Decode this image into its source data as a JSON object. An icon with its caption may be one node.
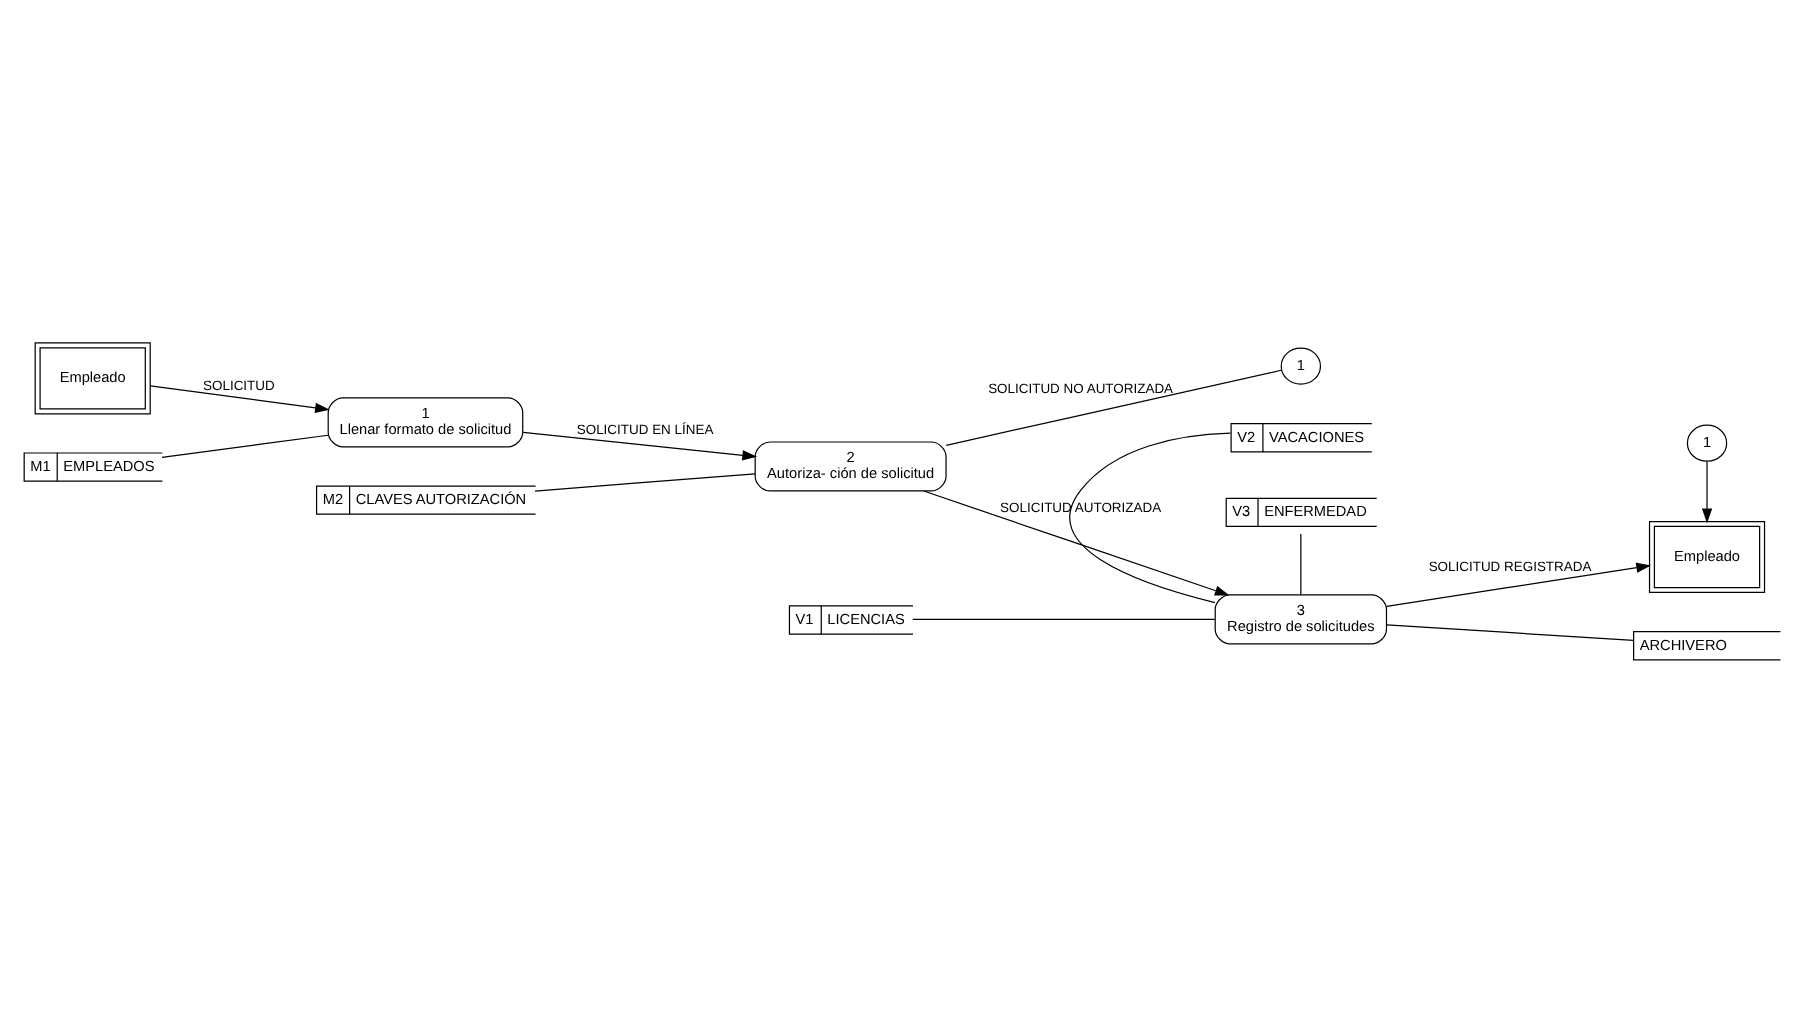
{
  "diagram": {
    "nodes": [
      {
        "text": [
          "Empleado"
        ]
      },
      {
        "text": [
          "M1",
          "EMPLEADOS"
        ]
      },
      {
        "text": [
          "M2",
          "CLAVES AUTORIZACIÓN"
        ]
      },
      {
        "text": [
          "V1",
          "LICENCIAS"
        ]
      },
      {
        "text": [
          "V2",
          "VACACIONES"
        ]
      },
      {
        "text": [
          "V3",
          "ENFERMEDAD"
        ]
      },
      {
        "text": [
          "1",
          "Llenar formato de solicitud"
        ]
      },
      {
        "text": [
          "2",
          "Autoriza- ción de solicitud"
        ]
      },
      {
        "text": [
          "3",
          "Registro de solicitudes"
        ]
      },
      {
        "text": [
          "Empleado"
        ]
      },
      {
        "text": [
          "1"
        ]
      },
      {
        "text": [
          "1"
        ]
      },
      {
        "text": [
          "ARCHIVERO"
        ]
      }
    ],
    "edges": [
      {
        "from": 0,
        "to": 6,
        "arrow": "to",
        "label": "SOLICITUD"
      },
      {
        "from": 1,
        "to": 6,
        "arrow": "none"
      },
      {
        "from": 6,
        "to": 7,
        "arrow": "to",
        "label": "SOLICITUD EN LÍNEA"
      },
      {
        "from": 2,
        "to": 7,
        "arrow": "none"
      },
      {
        "from": 7,
        "to": 8,
        "arrow": "to",
        "label": "SOLICITUD AUTORIZADA"
      },
      {
        "from": 3,
        "to": 8,
        "arrow": "none"
      },
      {
        "from": 4,
        "to": 8,
        "arrow": "none"
      },
      {
        "from": 5,
        "to": 8,
        "arrow": "none"
      },
      {
        "from": 8,
        "to": 9,
        "arrow": "to",
        "label": "SOLICITUD REGISTRADA"
      },
      {
        "from": 10,
        "to": 9,
        "arrow": "to"
      },
      {
        "from": 7,
        "to": 11,
        "arrow": "none",
        "label": "SOLICITUD NO AUTORIZADA"
      },
      {
        "from": 8,
        "to": 12,
        "arrow": "none"
      }
    ]
  }
}
